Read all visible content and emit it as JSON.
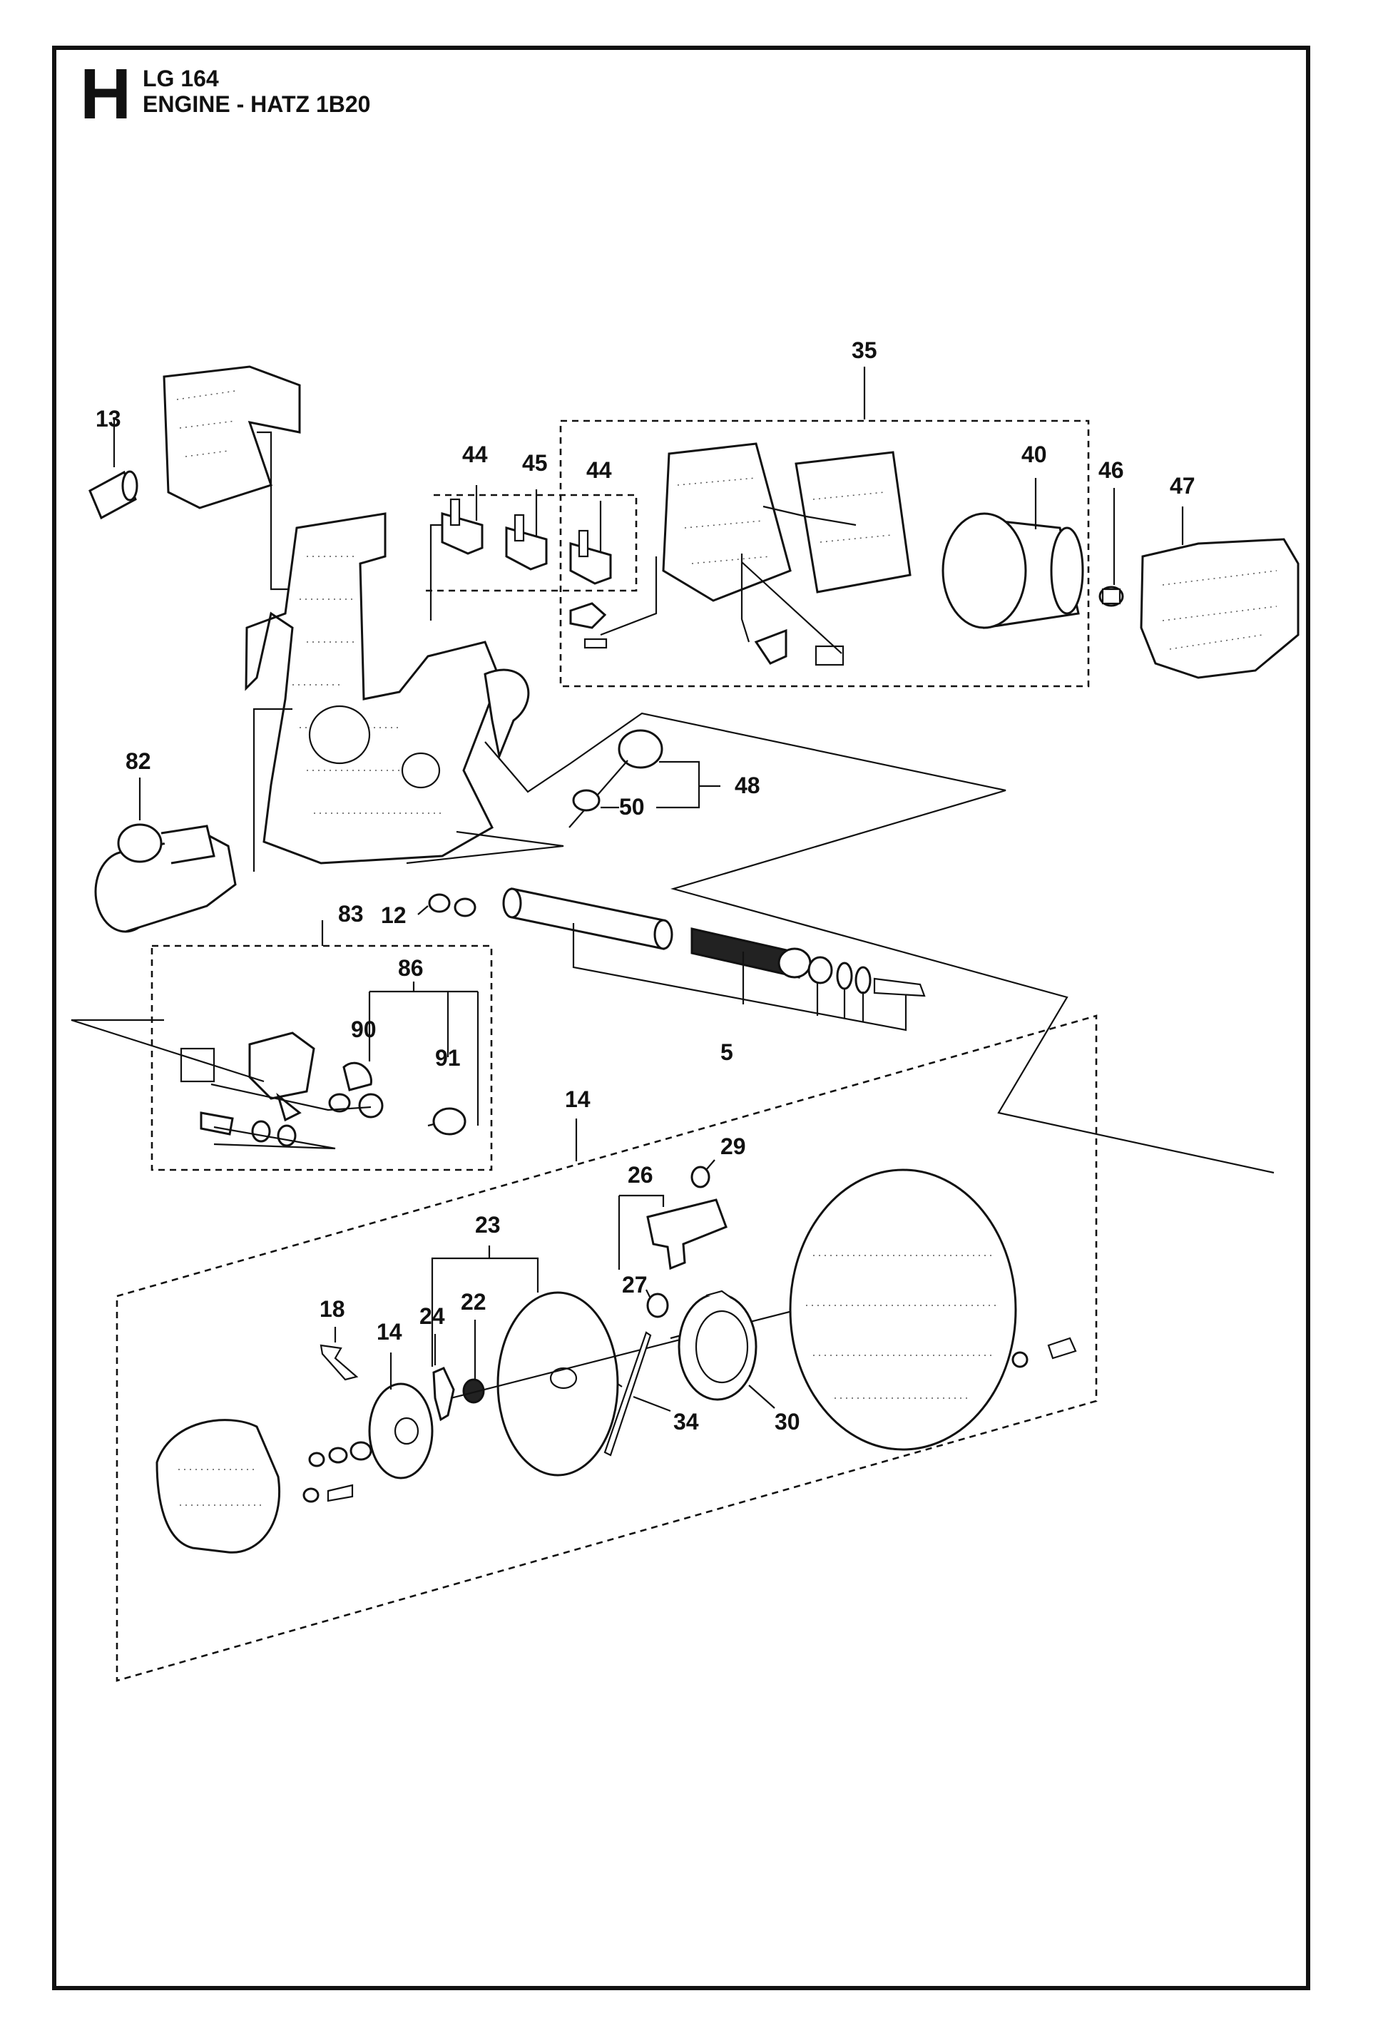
{
  "header": {
    "section_letter": "H",
    "model": "LG 164",
    "title": "ENGINE - HATZ 1B20"
  },
  "callouts": {
    "c13": "13",
    "c35": "35",
    "c44a": "44",
    "c45": "45",
    "c44b": "44",
    "c40": "40",
    "c46": "46",
    "c47": "47",
    "c82": "82",
    "c48": "48",
    "c50": "50",
    "c83": "83",
    "c12": "12",
    "c86": "86",
    "c90": "90",
    "c91": "91",
    "c5": "5",
    "c14a": "14",
    "c29": "29",
    "c26": "26",
    "c23": "23",
    "c27": "27",
    "c18": "18",
    "c14b": "14",
    "c24": "24",
    "c22": "22",
    "c34": "34",
    "c30": "30"
  }
}
